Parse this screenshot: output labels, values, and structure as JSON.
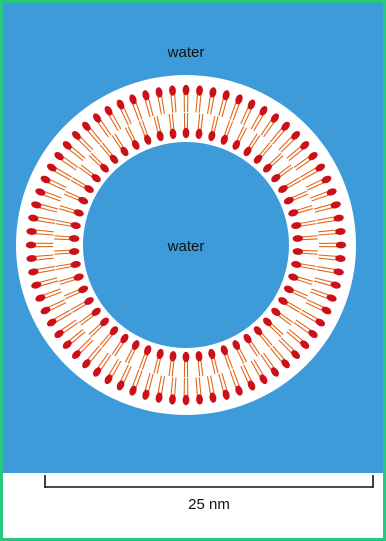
{
  "figure": {
    "outer_water_label": "water",
    "inner_water_label": "water",
    "scale_bar_label": "25 nm"
  },
  "colors": {
    "water": "#3e9bd9",
    "membrane_halo": "#ffffff",
    "lipid_head": "#cc1017",
    "lipid_tail": "#e2661a",
    "frame_border": "#27c882",
    "page_background": "#ffffff",
    "text": "#111111"
  },
  "icons": {
    "lipid": "lipid-molecule-icon",
    "scale_bar": "scale-bar-icon"
  }
}
